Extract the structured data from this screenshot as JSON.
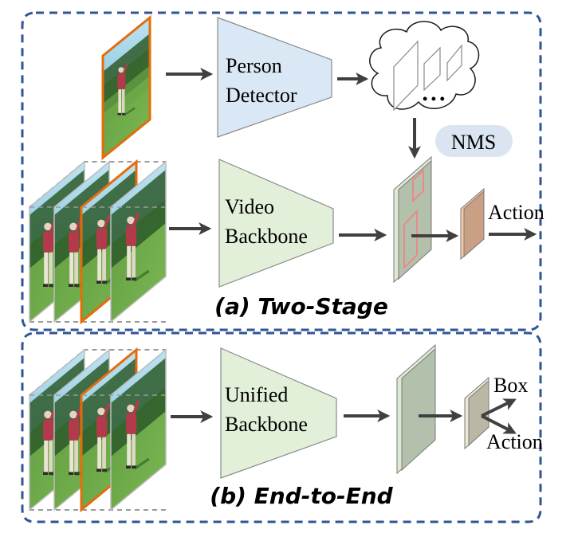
{
  "panels": {
    "a": {
      "title": "(a) Two-Stage",
      "person_detector_label": [
        "Person",
        "Detector"
      ],
      "video_backbone_label": [
        "Video",
        "Backbone"
      ],
      "nms_label": "NMS",
      "proposals_ellipsis": "• • •",
      "output_label": "Action"
    },
    "b": {
      "title": "(b) End-to-End",
      "unified_backbone_label": [
        "Unified",
        "Backbone"
      ],
      "output_labels": [
        "Box",
        "Action"
      ]
    }
  },
  "colors": {
    "panel_border": "#2f5597",
    "detector_fill": "#dae8f5",
    "backbone_fill": "#e2efd9",
    "nms_fill": "#dae5f1",
    "keyframe_border": "#e46c0a",
    "feature_map_fill": "#b3c0ab",
    "feature_map_edge": "#dcebd2",
    "roi_box": "#e88a88",
    "action_feature_fill": "#c9a083",
    "action_feature_edge": "#f7c9a5",
    "head_feature_fill": "#bab7a5",
    "head_feature_edge": "#ece8d6",
    "arrow": "#404040"
  }
}
